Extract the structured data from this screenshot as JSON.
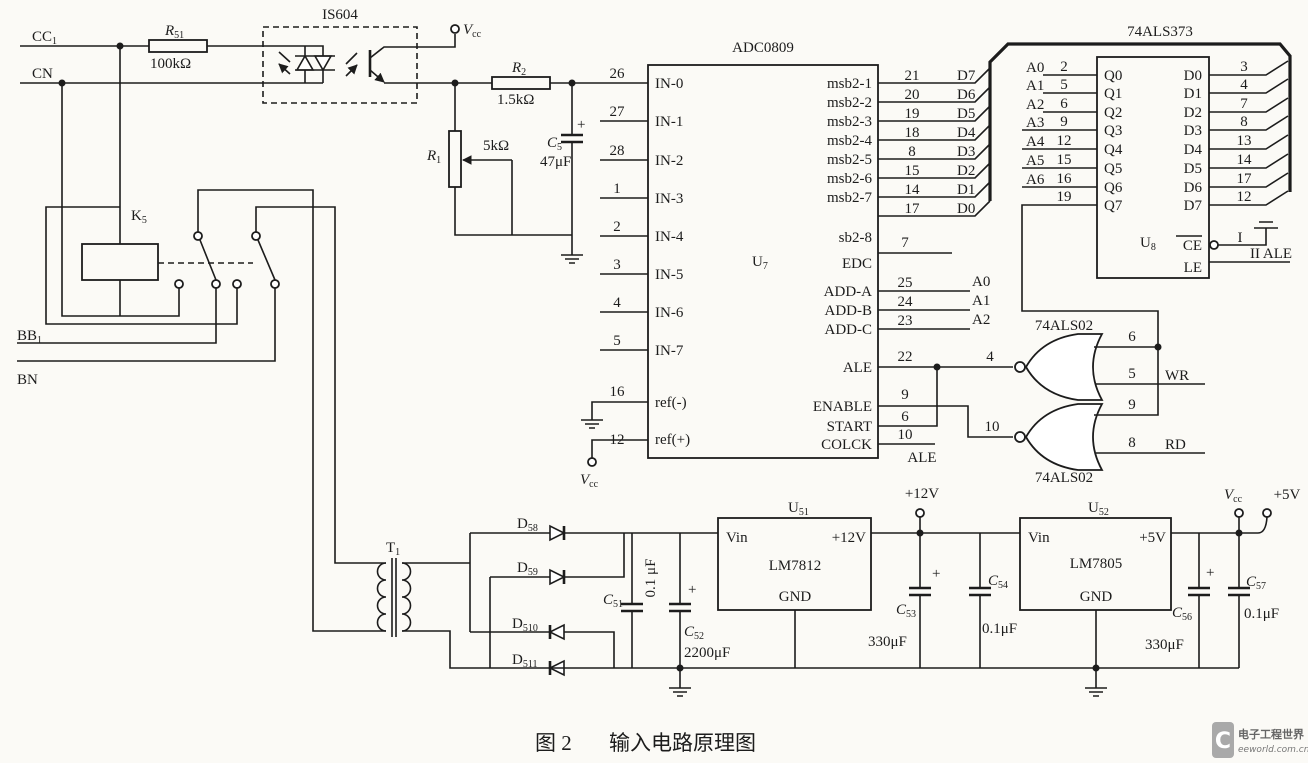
{
  "caption": {
    "figure_number": "图 2",
    "title": "输入电路原理图"
  },
  "watermark": {
    "name_cn": "电子工程世界",
    "site": "eeworld.com.cn"
  },
  "inputs": {
    "cc1": {
      "main": "CC",
      "sub": "1"
    },
    "cn": {
      "main": "CN"
    },
    "bb1": {
      "main": "BB",
      "sub": "1"
    },
    "bn": {
      "main": "BN"
    }
  },
  "r51": {
    "main": "R",
    "sub": "51",
    "value": "100kΩ"
  },
  "optocoupler": {
    "part": "IS604"
  },
  "vcc": {
    "main": "V",
    "sub": "cc"
  },
  "r2": {
    "main": "R",
    "sub": "2",
    "value": "1.5kΩ"
  },
  "r1": {
    "main": "R",
    "sub": "1",
    "value": "5kΩ"
  },
  "c5": {
    "main": "C",
    "sub": "5",
    "value": "47μF",
    "polarity": "+"
  },
  "relay": {
    "main": "K",
    "sub": "5"
  },
  "transformer": {
    "main": "T",
    "sub": "1"
  },
  "bridge": [
    {
      "main": "D",
      "sub": "58"
    },
    {
      "main": "D",
      "sub": "59"
    },
    {
      "main": "D",
      "sub": "510"
    },
    {
      "main": "D",
      "sub": "511"
    }
  ],
  "c51": {
    "main": "C",
    "sub": "51",
    "value": "0.1 μF"
  },
  "c52": {
    "main": "C",
    "sub": "52",
    "value": "2200μF",
    "polarity": "+"
  },
  "u51": {
    "main": "U",
    "sub": "51",
    "part": "LM7812",
    "vin": "Vin",
    "vout": "+12V",
    "gnd": "GND"
  },
  "rail12": "+12V",
  "c53": {
    "main": "C",
    "sub": "53",
    "value": "330μF",
    "polarity": "+"
  },
  "c54": {
    "main": "C",
    "sub": "54",
    "value": "0.1μF"
  },
  "u52": {
    "main": "U",
    "sub": "52",
    "part": "LM7805",
    "vin": "Vin",
    "vout": "+5V",
    "gnd": "GND"
  },
  "rail5": "+5V",
  "c56": {
    "main": "C",
    "sub": "56",
    "value": "330μF",
    "polarity": "+"
  },
  "c57": {
    "main": "C",
    "sub": "57",
    "value": "0.1μF"
  },
  "adc": {
    "part": "ADC0809",
    "main": "U",
    "sub": "7",
    "inputs": [
      {
        "pin": "26",
        "label": "IN-0"
      },
      {
        "pin": "27",
        "label": "IN-1"
      },
      {
        "pin": "28",
        "label": "IN-2"
      },
      {
        "pin": "1",
        "label": "IN-3"
      },
      {
        "pin": "2",
        "label": "IN-4"
      },
      {
        "pin": "3",
        "label": "IN-5"
      },
      {
        "pin": "4",
        "label": "IN-6"
      },
      {
        "pin": "5",
        "label": "IN-7"
      }
    ],
    "ref_minus": {
      "pin": "16",
      "label": "ref(-)"
    },
    "ref_plus": {
      "pin": "12",
      "label": "ref(+)"
    },
    "data": [
      {
        "pin": "21",
        "label": "msb2-1",
        "net": "D7"
      },
      {
        "pin": "20",
        "label": "msb2-2",
        "net": "D6"
      },
      {
        "pin": "19",
        "label": "msb2-3",
        "net": "D5"
      },
      {
        "pin": "18",
        "label": "msb2-4",
        "net": "D4"
      },
      {
        "pin": "8",
        "label": "msb2-5",
        "net": "D3"
      },
      {
        "pin": "15",
        "label": "msb2-6",
        "net": "D2"
      },
      {
        "pin": "14",
        "label": "msb2-7",
        "net": "D1"
      },
      {
        "pin": "17",
        "label": "sb2-8",
        "net": "D0"
      }
    ],
    "eoc": {
      "pin": "7",
      "label": "EDC"
    },
    "addr": [
      {
        "pin": "25",
        "label": "ADD-A",
        "net": "A0"
      },
      {
        "pin": "24",
        "label": "ADD-B",
        "net": "A1"
      },
      {
        "pin": "23",
        "label": "ADD-C",
        "net": "A2"
      }
    ],
    "ale": {
      "pin": "22",
      "label": "ALE"
    },
    "enable": {
      "pin": "9",
      "label": "ENABLE"
    },
    "start": {
      "pin": "6",
      "label": "START"
    },
    "clock": {
      "pin": "10",
      "label": "COLCK",
      "net": "ALE"
    }
  },
  "nor": {
    "part": "74ALS02",
    "upper": {
      "out": "4",
      "in_a": "6",
      "in_b": "5",
      "net": "WR"
    },
    "lower": {
      "out": "10",
      "in_a": "9",
      "in_b": "8",
      "net": "RD"
    }
  },
  "latch": {
    "part": "74ALS373",
    "main": "U",
    "sub": "8",
    "q": [
      {
        "label": "Q0",
        "pin": "2",
        "net": "A0"
      },
      {
        "label": "Q1",
        "pin": "5",
        "net": "A1"
      },
      {
        "label": "Q2",
        "pin": "6",
        "net": "A2"
      },
      {
        "label": "Q3",
        "pin": "9",
        "net": "A3"
      },
      {
        "label": "Q4",
        "pin": "12",
        "net": "A4"
      },
      {
        "label": "Q5",
        "pin": "15",
        "net": "A5"
      },
      {
        "label": "Q6",
        "pin": "16",
        "net": "A6"
      },
      {
        "label": "Q7",
        "pin": "19",
        "net": ""
      }
    ],
    "d": [
      {
        "label": "D0",
        "pin": "3"
      },
      {
        "label": "D1",
        "pin": "4"
      },
      {
        "label": "D2",
        "pin": "7"
      },
      {
        "label": "D3",
        "pin": "8"
      },
      {
        "label": "D4",
        "pin": "13"
      },
      {
        "label": "D5",
        "pin": "14"
      },
      {
        "label": "D6",
        "pin": "17"
      },
      {
        "label": "D7",
        "pin": "12"
      }
    ],
    "ce": {
      "label": "CE",
      "net": "I"
    },
    "le": {
      "label": "LE",
      "net": "II ALE"
    }
  }
}
